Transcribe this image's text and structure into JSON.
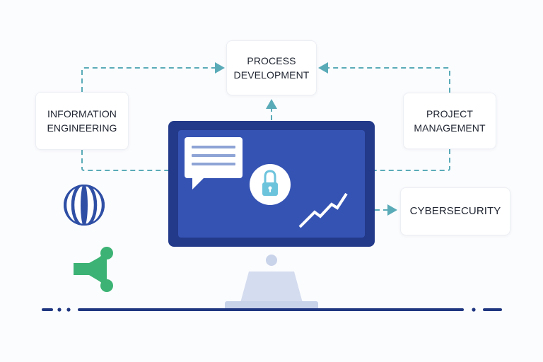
{
  "nodes": {
    "process_development": "PROCESS\nDEVELOPMENT",
    "information_engineering": "INFORMATION\nENGINEERING",
    "project_management": "PROJECT\nMANAGEMENT",
    "cybersecurity": "CYBERSECURITY"
  },
  "icons": {
    "monitor": "monitor-icon",
    "chat": "chat-bubble-icon",
    "lock": "lock-icon",
    "trend": "trend-line-icon",
    "globe": "globe-icon",
    "share": "share-network-icon"
  },
  "colors": {
    "connector": "#5aabb8",
    "monitor_frame": "#233a8a",
    "monitor_screen": "#3553b3",
    "lock_accent": "#6cc3dc",
    "globe": "#2f4fa5",
    "share": "#3cb374",
    "baseline": "#1f3680"
  }
}
